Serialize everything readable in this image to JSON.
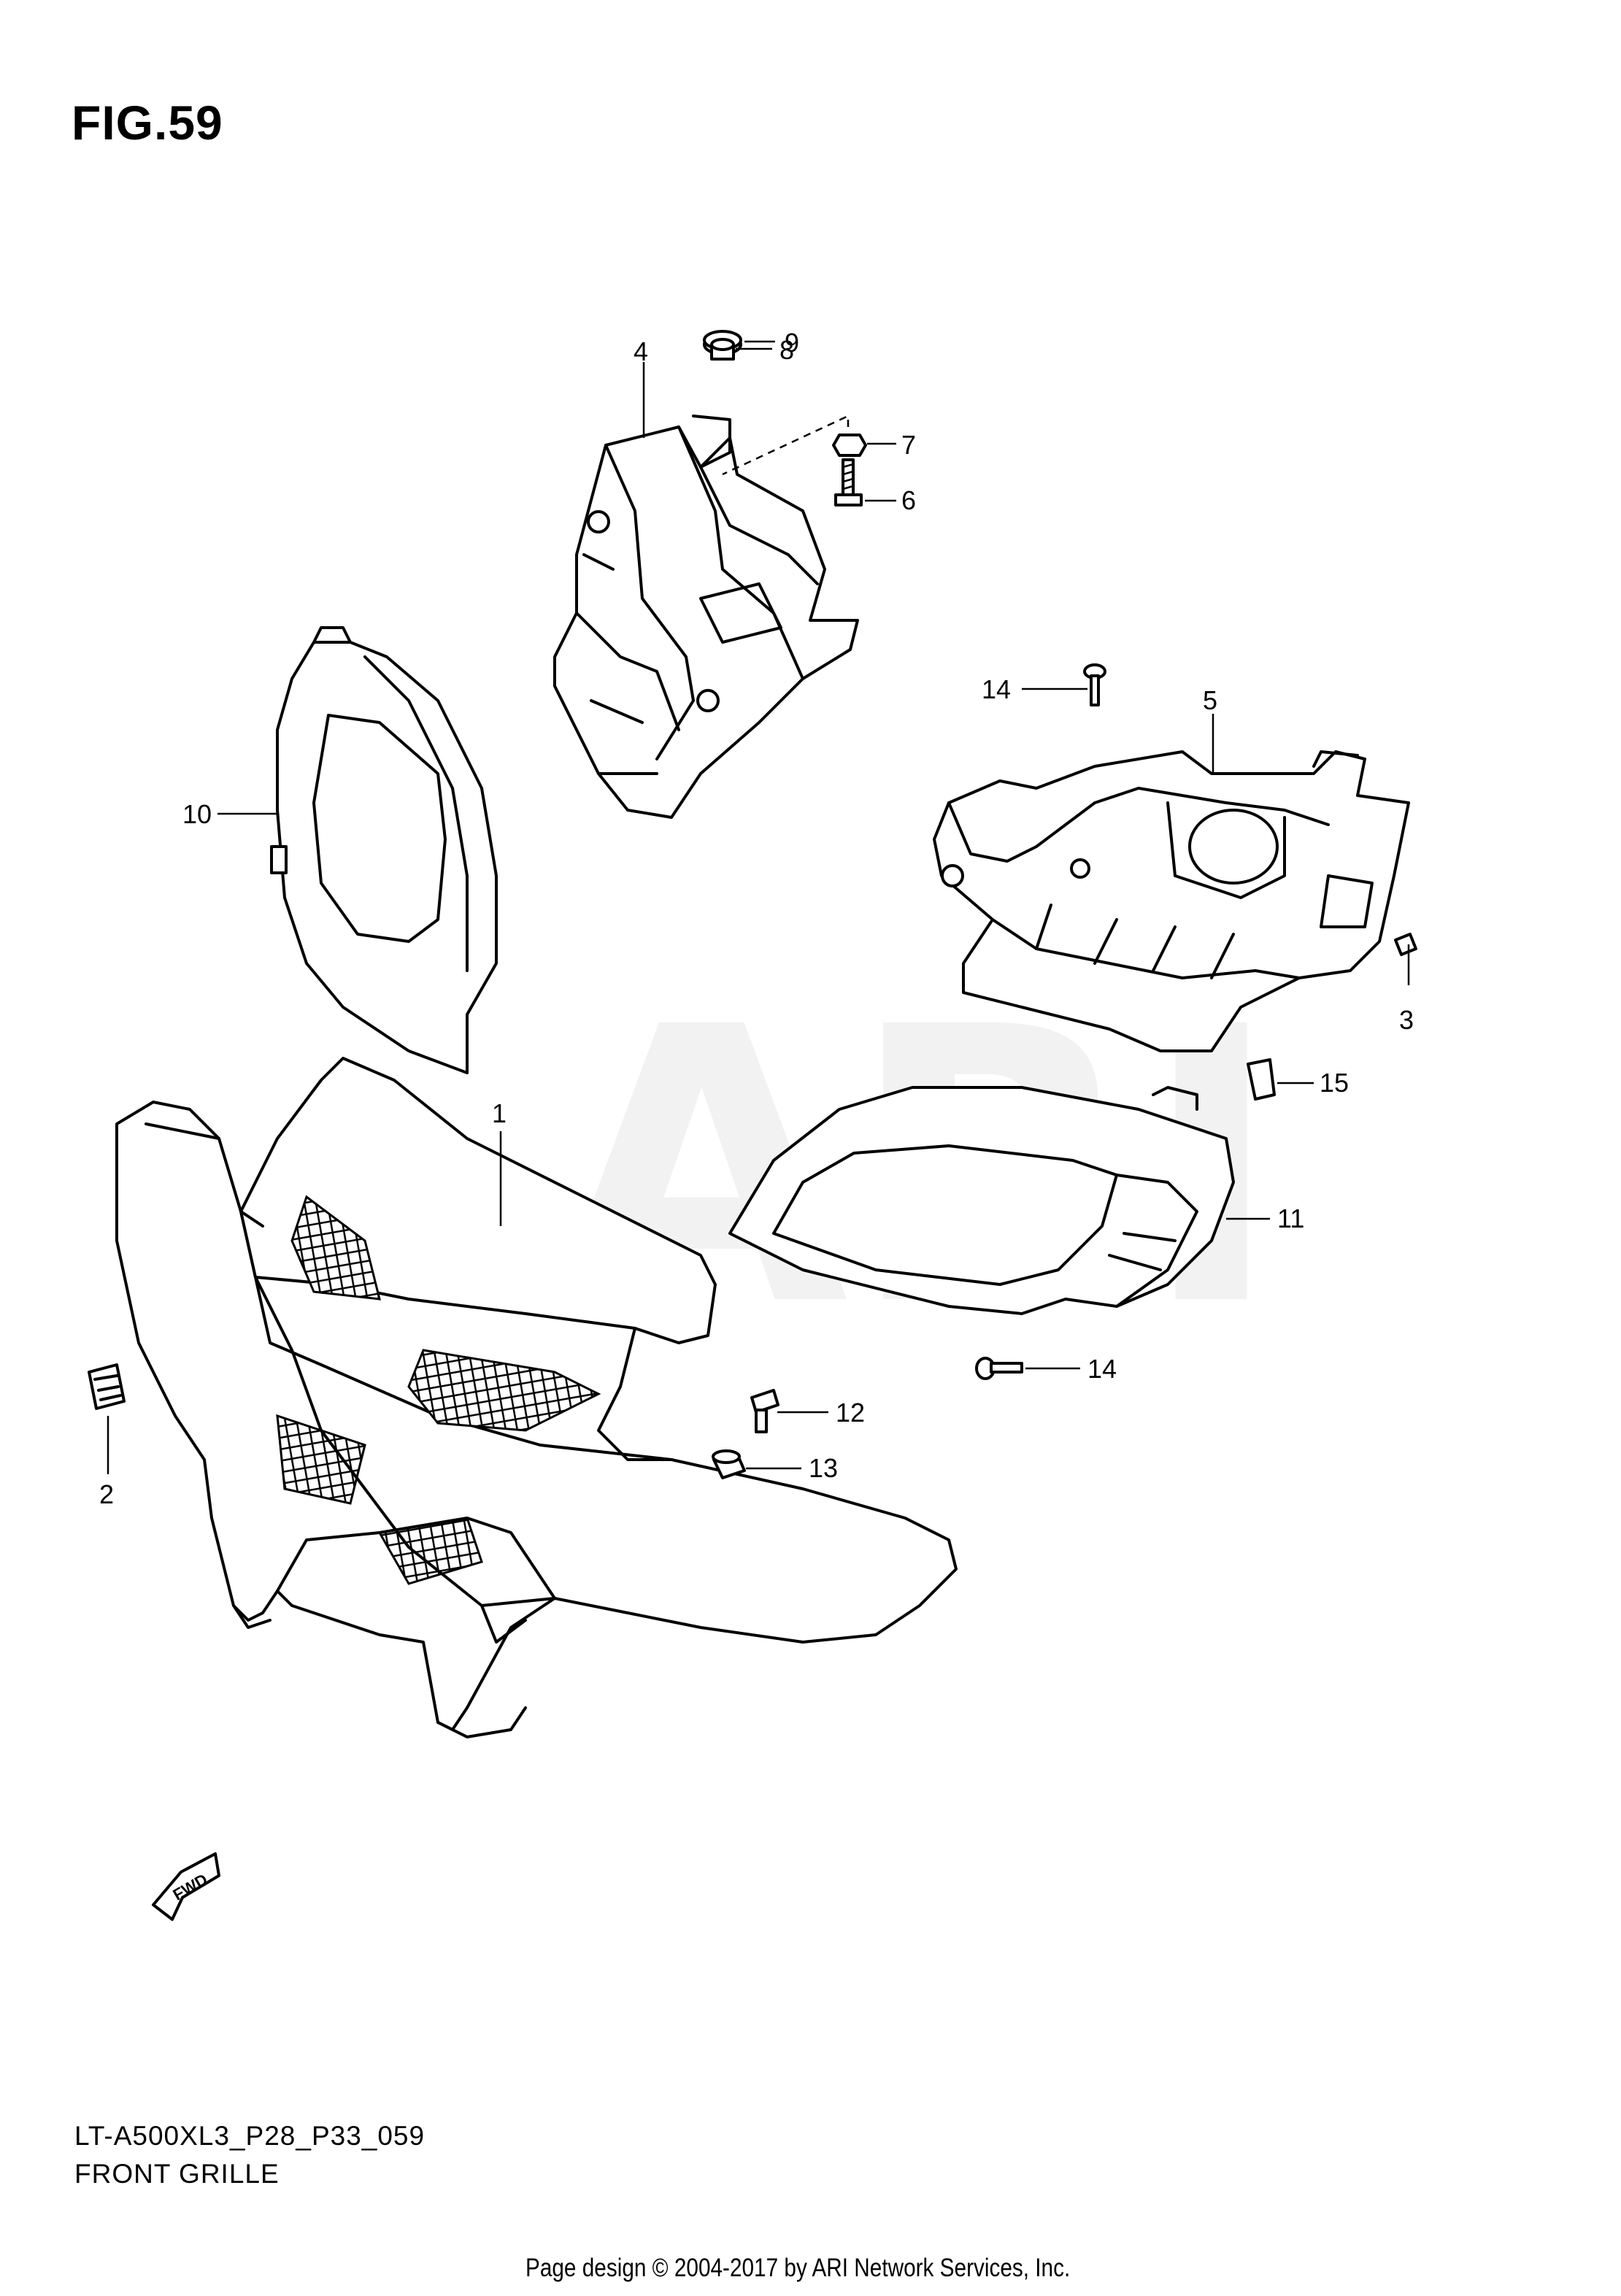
{
  "figure": {
    "title": "FIG.59",
    "code": "LT-A500XL3_P28_P33_059",
    "description": "FRONT GRILLE",
    "copyright": "Page design © 2004-2017 by ARI Network Services, Inc.",
    "watermark": "ARI",
    "fwd_label": "FWD"
  },
  "callouts": [
    {
      "label": "1"
    },
    {
      "label": "2"
    },
    {
      "label": "3"
    },
    {
      "label": "4"
    },
    {
      "label": "5"
    },
    {
      "label": "6"
    },
    {
      "label": "7"
    },
    {
      "label": "8"
    },
    {
      "label": "9"
    },
    {
      "label": "10"
    },
    {
      "label": "11"
    },
    {
      "label": "12"
    },
    {
      "label": "13"
    },
    {
      "label": "14"
    },
    {
      "label": "14"
    },
    {
      "label": "15"
    }
  ]
}
